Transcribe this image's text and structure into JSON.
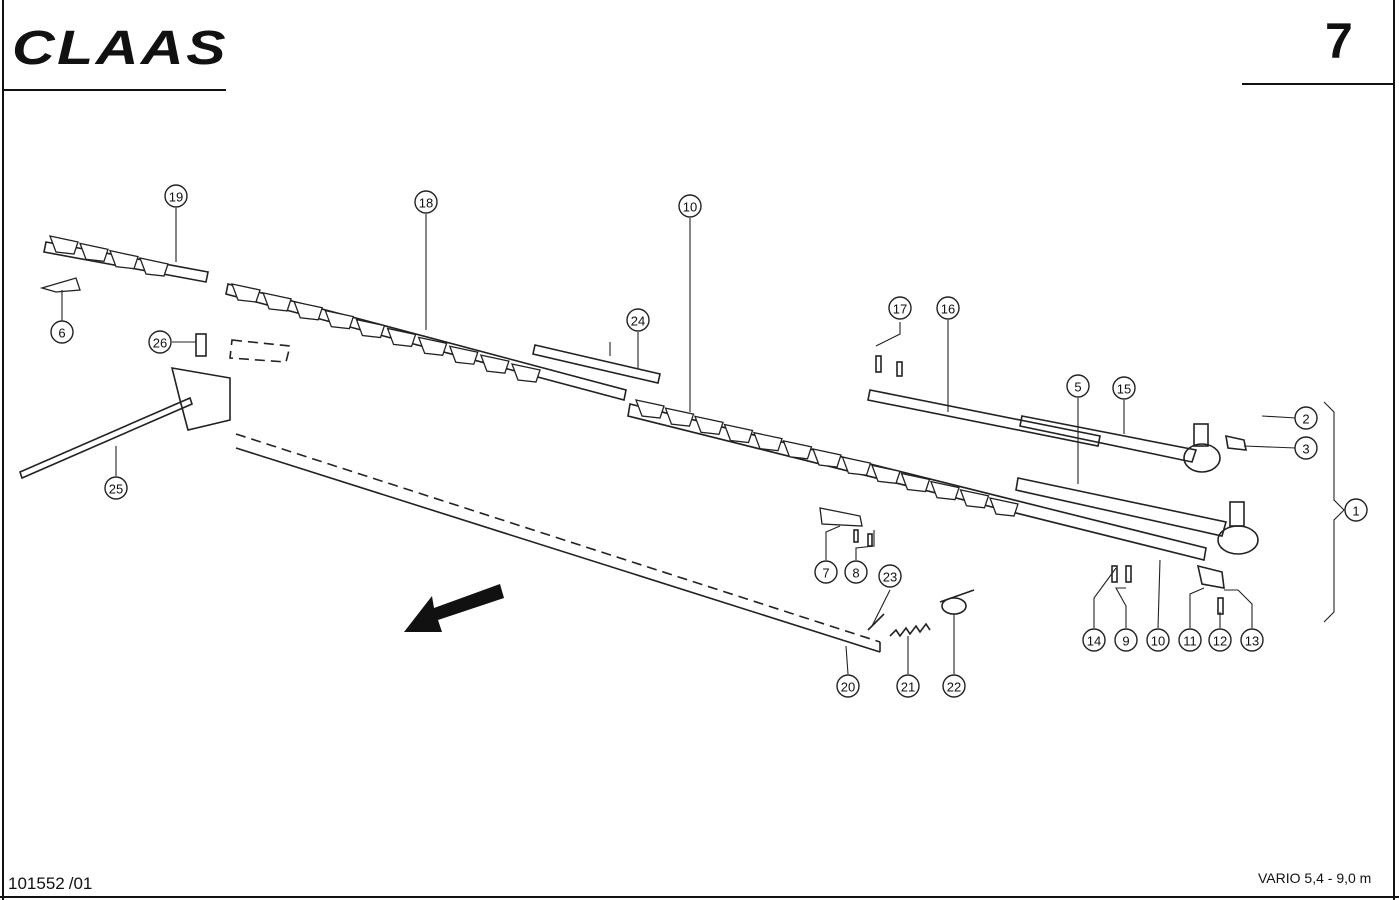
{
  "header": {
    "brand": "CLAAS",
    "page_number": "7"
  },
  "footer": {
    "drawing_number": "101552",
    "revision": "/01",
    "model": "VARIO 5,4 - 9,0 m"
  },
  "callouts": [
    "1",
    "2",
    "3",
    "5",
    "6",
    "7",
    "8",
    "9",
    "10",
    "10",
    "11",
    "12",
    "13",
    "14",
    "15",
    "16",
    "17",
    "18",
    "19",
    "20",
    "21",
    "22",
    "23",
    "24",
    "25",
    "26"
  ],
  "colors": {
    "ink": "#222222",
    "paper": "#ffffff"
  }
}
